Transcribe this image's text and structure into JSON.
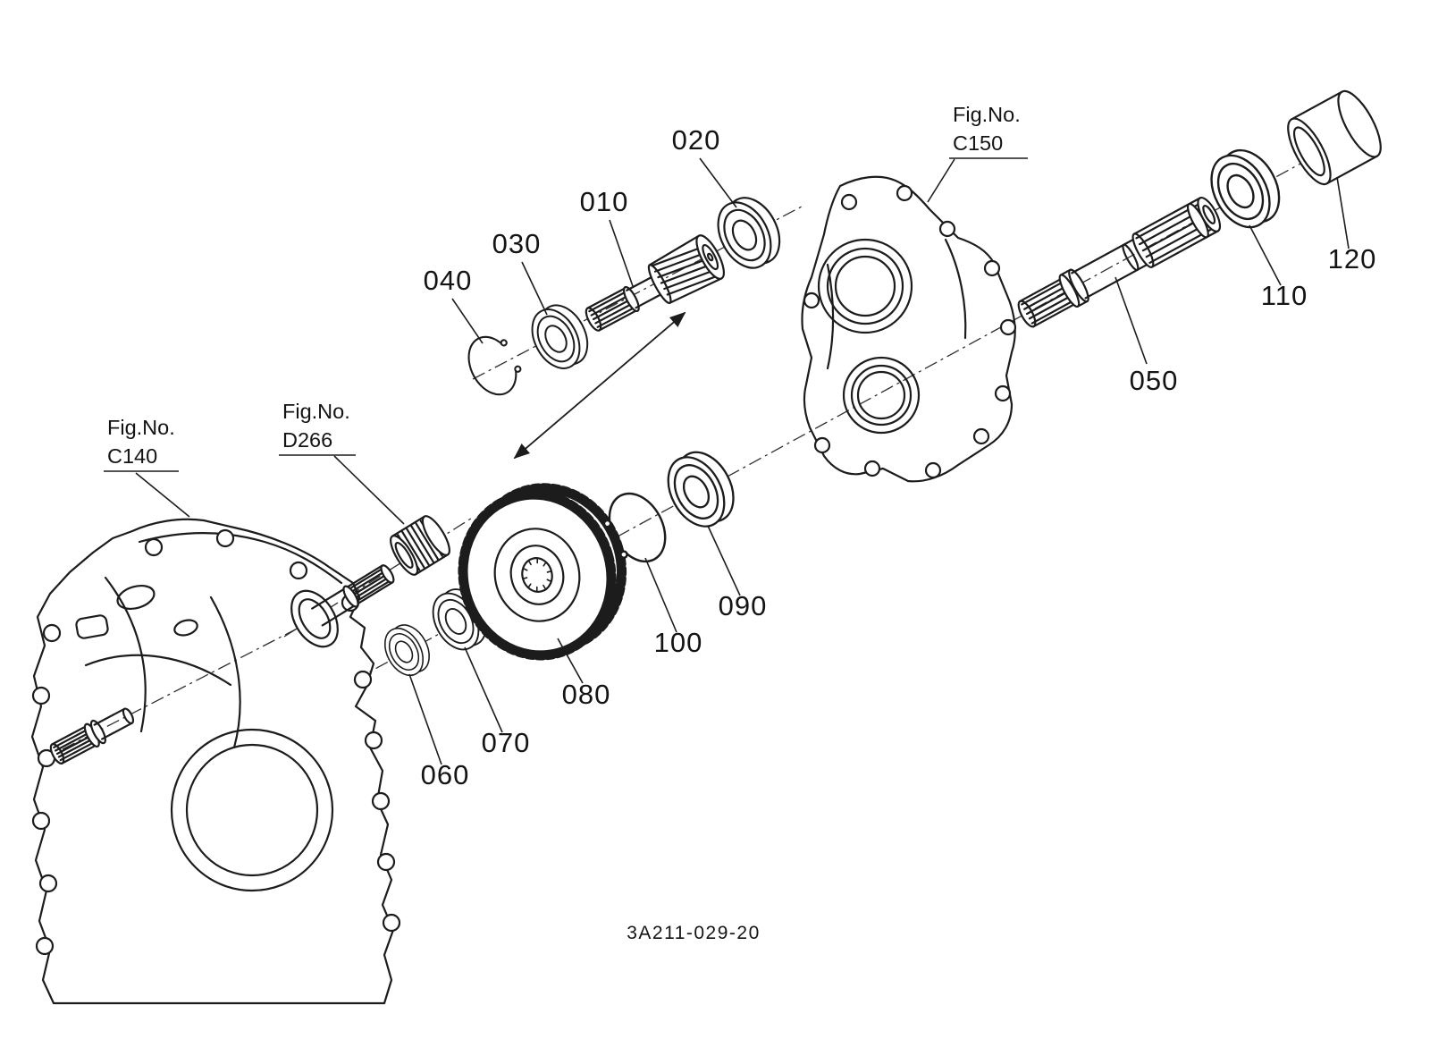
{
  "diagram": {
    "type": "exploded-parts-diagram",
    "drawing_number": "3A211-029-20",
    "part_labels": {
      "p010": "010",
      "p020": "020",
      "p030": "030",
      "p040": "040",
      "p050": "050",
      "p060": "060",
      "p070": "070",
      "p080": "080",
      "p090": "090",
      "p100": "100",
      "p110": "110",
      "p120": "120"
    },
    "figure_refs": {
      "c140": {
        "prefix": "Fig.No.",
        "code": "C140"
      },
      "d266": {
        "prefix": "Fig.No.",
        "code": "D266"
      },
      "c150": {
        "prefix": "Fig.No.",
        "code": "C150"
      }
    },
    "colors": {
      "line": "#1c1c1c",
      "background": "#ffffff"
    }
  }
}
